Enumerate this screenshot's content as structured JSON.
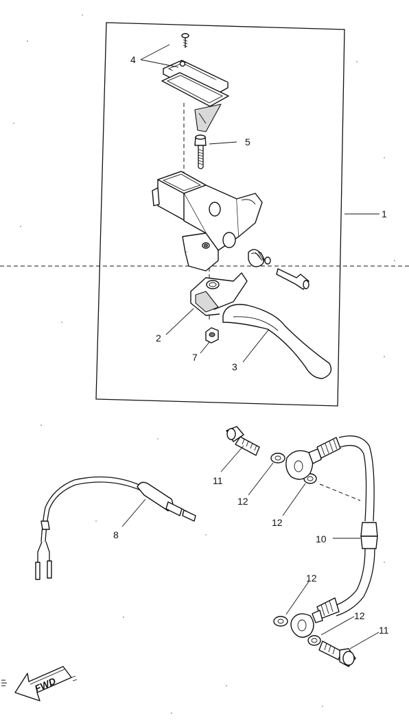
{
  "diagram": {
    "callouts": [
      {
        "id": "c1",
        "label": "1"
      },
      {
        "id": "c2",
        "label": "2"
      },
      {
        "id": "c3",
        "label": "3"
      },
      {
        "id": "c4",
        "label": "4"
      },
      {
        "id": "c5",
        "label": "5"
      },
      {
        "id": "c7",
        "label": "7"
      },
      {
        "id": "c8",
        "label": "8"
      },
      {
        "id": "c10",
        "label": "10"
      },
      {
        "id": "c11a",
        "label": "11"
      },
      {
        "id": "c11b",
        "label": "11"
      },
      {
        "id": "c12a",
        "label": "12"
      },
      {
        "id": "c12b",
        "label": "12"
      },
      {
        "id": "c12c",
        "label": "12"
      },
      {
        "id": "c12d",
        "label": "12"
      }
    ],
    "fwd_label": "FWD"
  }
}
